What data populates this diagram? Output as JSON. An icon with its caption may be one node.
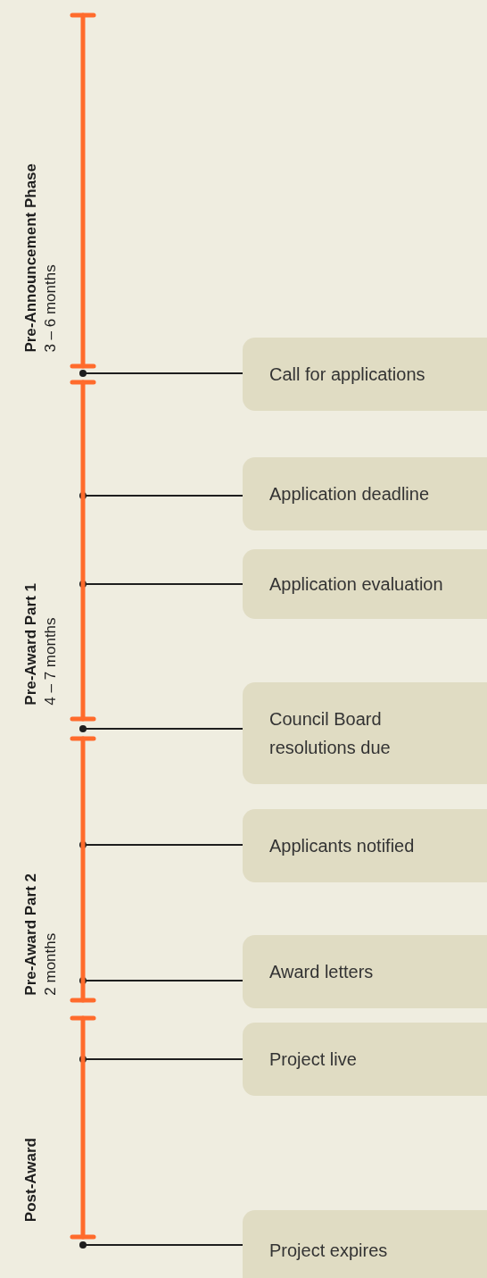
{
  "diagram": {
    "nodes": [
      {
        "text": [
          "Pre-Announcement Phase",
          "3 – 6 months"
        ]
      },
      {
        "text": [
          "Pre-Award Part 1",
          "4 – 7 months"
        ]
      },
      {
        "text": [
          "Pre-Award Part 2",
          "2 months"
        ]
      },
      {
        "text": [
          "Post-Award"
        ]
      },
      {
        "text": [
          "Call for applications"
        ]
      },
      {
        "text": [
          "Application deadline"
        ]
      },
      {
        "text": [
          "Application evaluation"
        ]
      },
      {
        "text": [
          "Council Board resolutions due"
        ]
      },
      {
        "text": [
          "Applicants notified"
        ]
      },
      {
        "text": [
          "Award letters"
        ]
      },
      {
        "text": [
          "Project live"
        ]
      },
      {
        "text": [
          "Project expires"
        ]
      }
    ],
    "edges": [
      {
        "from": 0,
        "to": 4,
        "arrow": "other"
      },
      {
        "from": 1,
        "to": 5,
        "arrow": "other"
      },
      {
        "from": 1,
        "to": 6,
        "arrow": "other"
      },
      {
        "from": 1,
        "to": 7,
        "arrow": "other"
      },
      {
        "from": 2,
        "to": 8,
        "arrow": "other"
      },
      {
        "from": 2,
        "to": 9,
        "arrow": "other"
      },
      {
        "from": 3,
        "to": 10,
        "arrow": "other"
      },
      {
        "from": 3,
        "to": 11,
        "arrow": "other"
      }
    ]
  }
}
